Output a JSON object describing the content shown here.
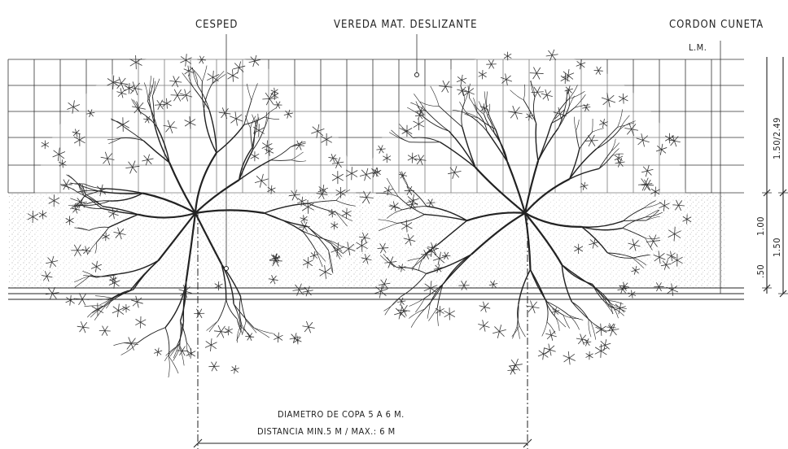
{
  "labels": {
    "cesped": "CESPED",
    "vereda": "VEREDA MAT. DESLIZANTE",
    "cordon": "CORDON CUNETA",
    "lm": "L.M."
  },
  "dimensions": {
    "d1": "1.50/2.49",
    "d2": "1.00",
    "d3": "1.50",
    "d4": ".50"
  },
  "notes": {
    "line1": "DIAMETRO DE COPA 5 A 6 M.",
    "line2": "DISTANCIA MIN.5 M / MAX.: 6 M"
  }
}
